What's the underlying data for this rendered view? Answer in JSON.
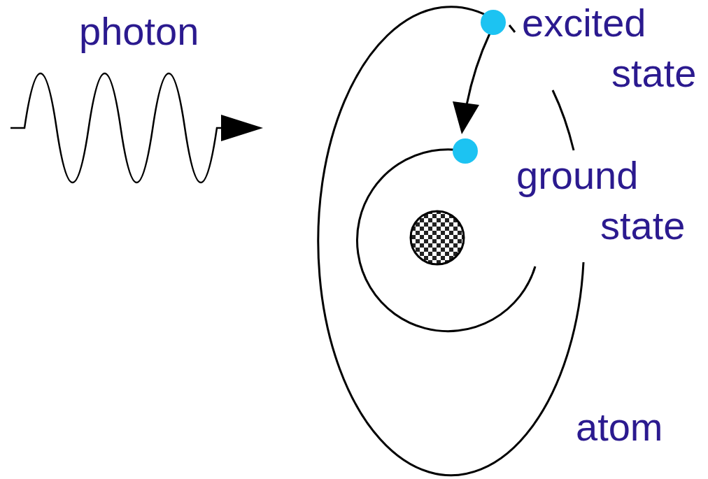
{
  "diagram": {
    "labels": [
      "photon",
      "excited state",
      "ground state",
      "atom"
    ]
  }
}
